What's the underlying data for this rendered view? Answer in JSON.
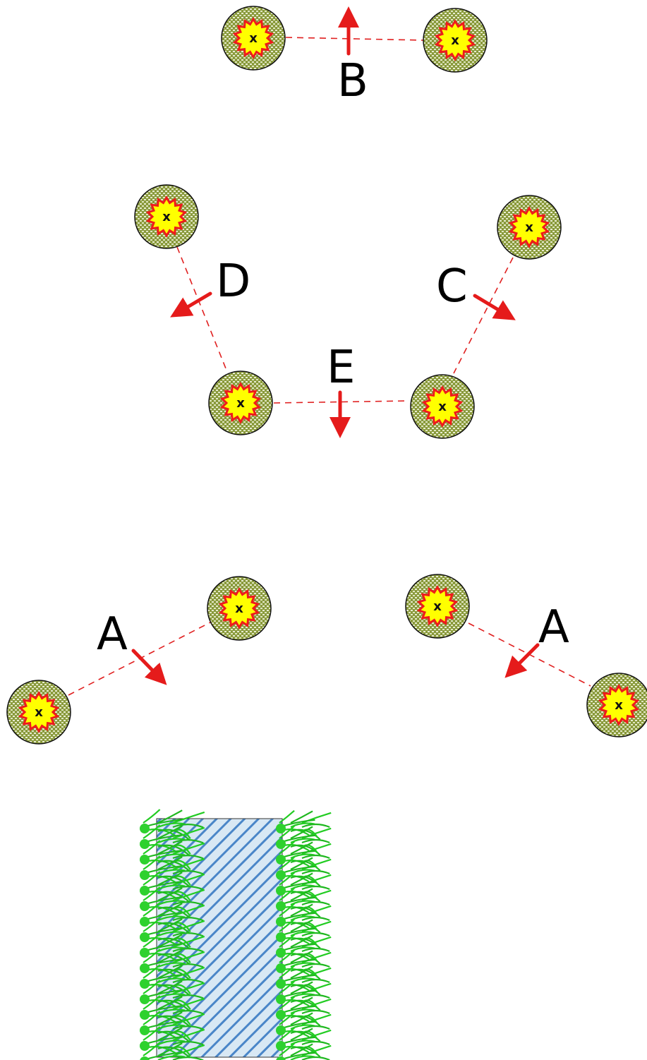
{
  "node_marker": "x",
  "letters": {
    "b": "B",
    "c": "C",
    "d": "D",
    "e": "E",
    "a_left": "A",
    "a_right": "A"
  },
  "colors": {
    "node_fill": "#8a9a3c",
    "node_pattern_dot": "#e8ecd0",
    "star_outer": "#ee1b1b",
    "star_inner": "#ffff00",
    "dash_line": "#e02020",
    "arrow": "#e51b1b",
    "water_fill": "#d8e8f4",
    "water_hatch": "#4a86c8",
    "vegetation": "#22cc22"
  },
  "icons": {
    "node": "target-node-icon",
    "vegetation": "grass-icon",
    "water": "river-icon"
  }
}
